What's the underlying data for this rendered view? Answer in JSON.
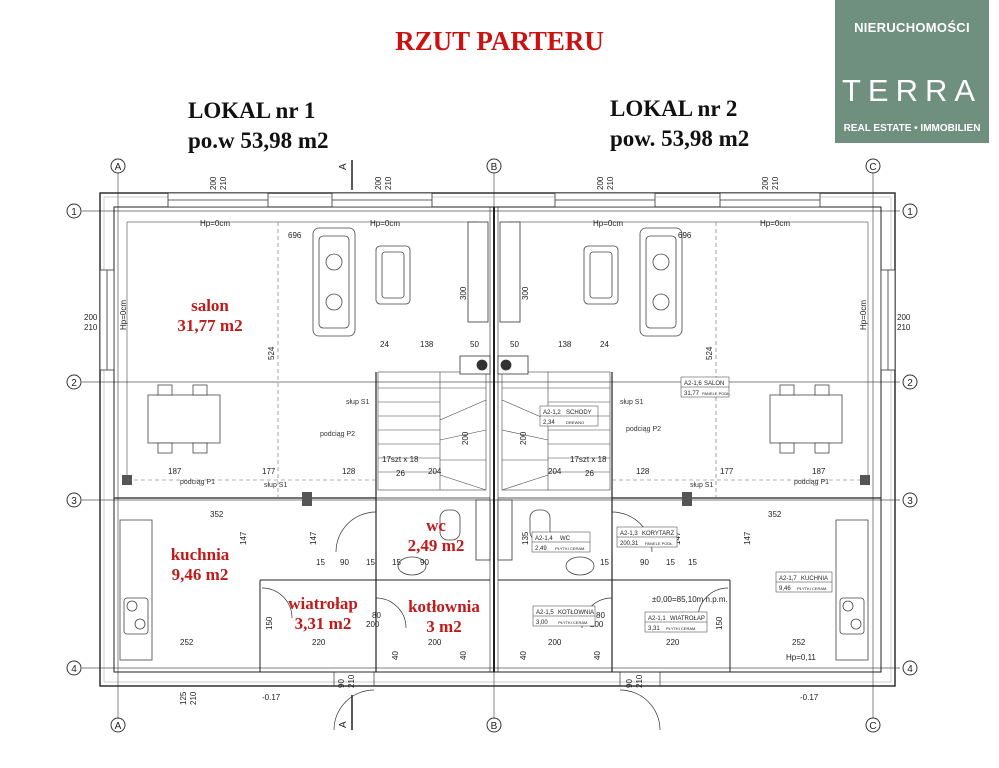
{
  "title": "RZUT PARTERU",
  "logo": {
    "top": "NIERUCHOMOŚCI",
    "middle": "TERRA",
    "bottom": "REAL ESTATE • IMMOBILIEN",
    "color": "#6f8f7f"
  },
  "lokal_1": {
    "name": "LOKAL nr 1",
    "area": "po.w 53,98 m2"
  },
  "lokal_2": {
    "name": "LOKAL nr 2",
    "area": "pow. 53,98 m2"
  },
  "rooms": {
    "salon": {
      "name": "salon",
      "area": "31,77 m2"
    },
    "kuchnia": {
      "name": "kuchnia",
      "area": "9,46 m2"
    },
    "wiatrolap": {
      "name": "wiatrołap",
      "area": "3,31 m2"
    },
    "wc": {
      "name": "wc",
      "area": "2,49 m2"
    },
    "kotlownia": {
      "name": "kotłownia",
      "area": "3 m2"
    }
  },
  "axes": {
    "letters": [
      "A",
      "B",
      "C"
    ],
    "numbers": [
      "1",
      "2",
      "3",
      "4"
    ]
  },
  "section_marks": [
    "A",
    "A"
  ],
  "dimensions": {
    "upper_windows": [
      "200",
      "210",
      "200",
      "210",
      "200",
      "210",
      "200",
      "210"
    ],
    "side_windows": [
      "200",
      "210",
      "200",
      "210"
    ],
    "hp_labels": [
      "Hp=0cm",
      "Hp=0cm",
      "Hp=0cm",
      "Hp=0cm",
      "Hp=0cm",
      "Hp=0cm"
    ],
    "span_696": [
      "696",
      "696"
    ],
    "height_524": [
      "524",
      "524"
    ],
    "height_300": [
      "300",
      "300"
    ],
    "stair_row": [
      "24",
      "138",
      "50",
      "50",
      "138",
      "24"
    ],
    "stair_width": [
      "200",
      "200"
    ],
    "row_187": [
      "187",
      "177",
      "128",
      "204",
      "204",
      "128",
      "177",
      "187"
    ],
    "stair_tread": [
      "17szt x 18",
      "17szt x 18",
      "26",
      "26"
    ],
    "lower_352": [
      "352",
      "352"
    ],
    "h147": [
      "147",
      "147",
      "147",
      "147"
    ],
    "row_90": [
      "15",
      "90",
      "15",
      "15",
      "90",
      "15",
      "15",
      "90",
      "15"
    ],
    "row_80": [
      "80",
      "200",
      "80",
      "200"
    ],
    "h150": [
      "150",
      "150"
    ],
    "bottom_row": [
      "252",
      "220",
      "200",
      "200",
      "220",
      "252"
    ],
    "door_90": [
      "90",
      "210",
      "90",
      "210"
    ],
    "h40": [
      "40",
      "40",
      "40",
      "40"
    ],
    "h125": [
      "125",
      "210"
    ],
    "level": [
      "-0.17",
      "-0.17"
    ],
    "zero_level": "±0,00=85,10m n.p.m.",
    "hp_bottom": "Hp=0,11",
    "h135": [
      "135"
    ]
  },
  "labels": {
    "slup": [
      "słup S1",
      "słup S1",
      "słup S1",
      "słup S1"
    ],
    "podciag": [
      "podciąg P2",
      "podciąg P2",
      "podciąg P1",
      "podciąg P1"
    ]
  },
  "room_tables": [
    {
      "code": "A2-1,6",
      "name": "SALON",
      "area": "31,77",
      "floor": "PANELE PODŁ."
    },
    {
      "code": "A2-1,2",
      "name": "SCHODY",
      "area": "2,34",
      "floor": "DREWNO"
    },
    {
      "code": "A2-1,4",
      "name": "WC",
      "area": "2,49",
      "floor": "PŁYTKI CERAM."
    },
    {
      "code": "A2-1,3",
      "name": "KORYTARZ",
      "area": "200,31",
      "floor": "PANELE PODŁ."
    },
    {
      "code": "A2-1,7",
      "name": "KUCHNIA",
      "area": "9,46",
      "floor": "PŁYTKI CERAM."
    },
    {
      "code": "A2-1,5",
      "name": "KOTŁOWNIA",
      "area": "3,00",
      "floor": "PŁYTKI CERAM."
    },
    {
      "code": "A2-1,1",
      "name": "WIATROŁAP",
      "area": "3,31",
      "floor": "PŁYTKI CERAM."
    }
  ]
}
